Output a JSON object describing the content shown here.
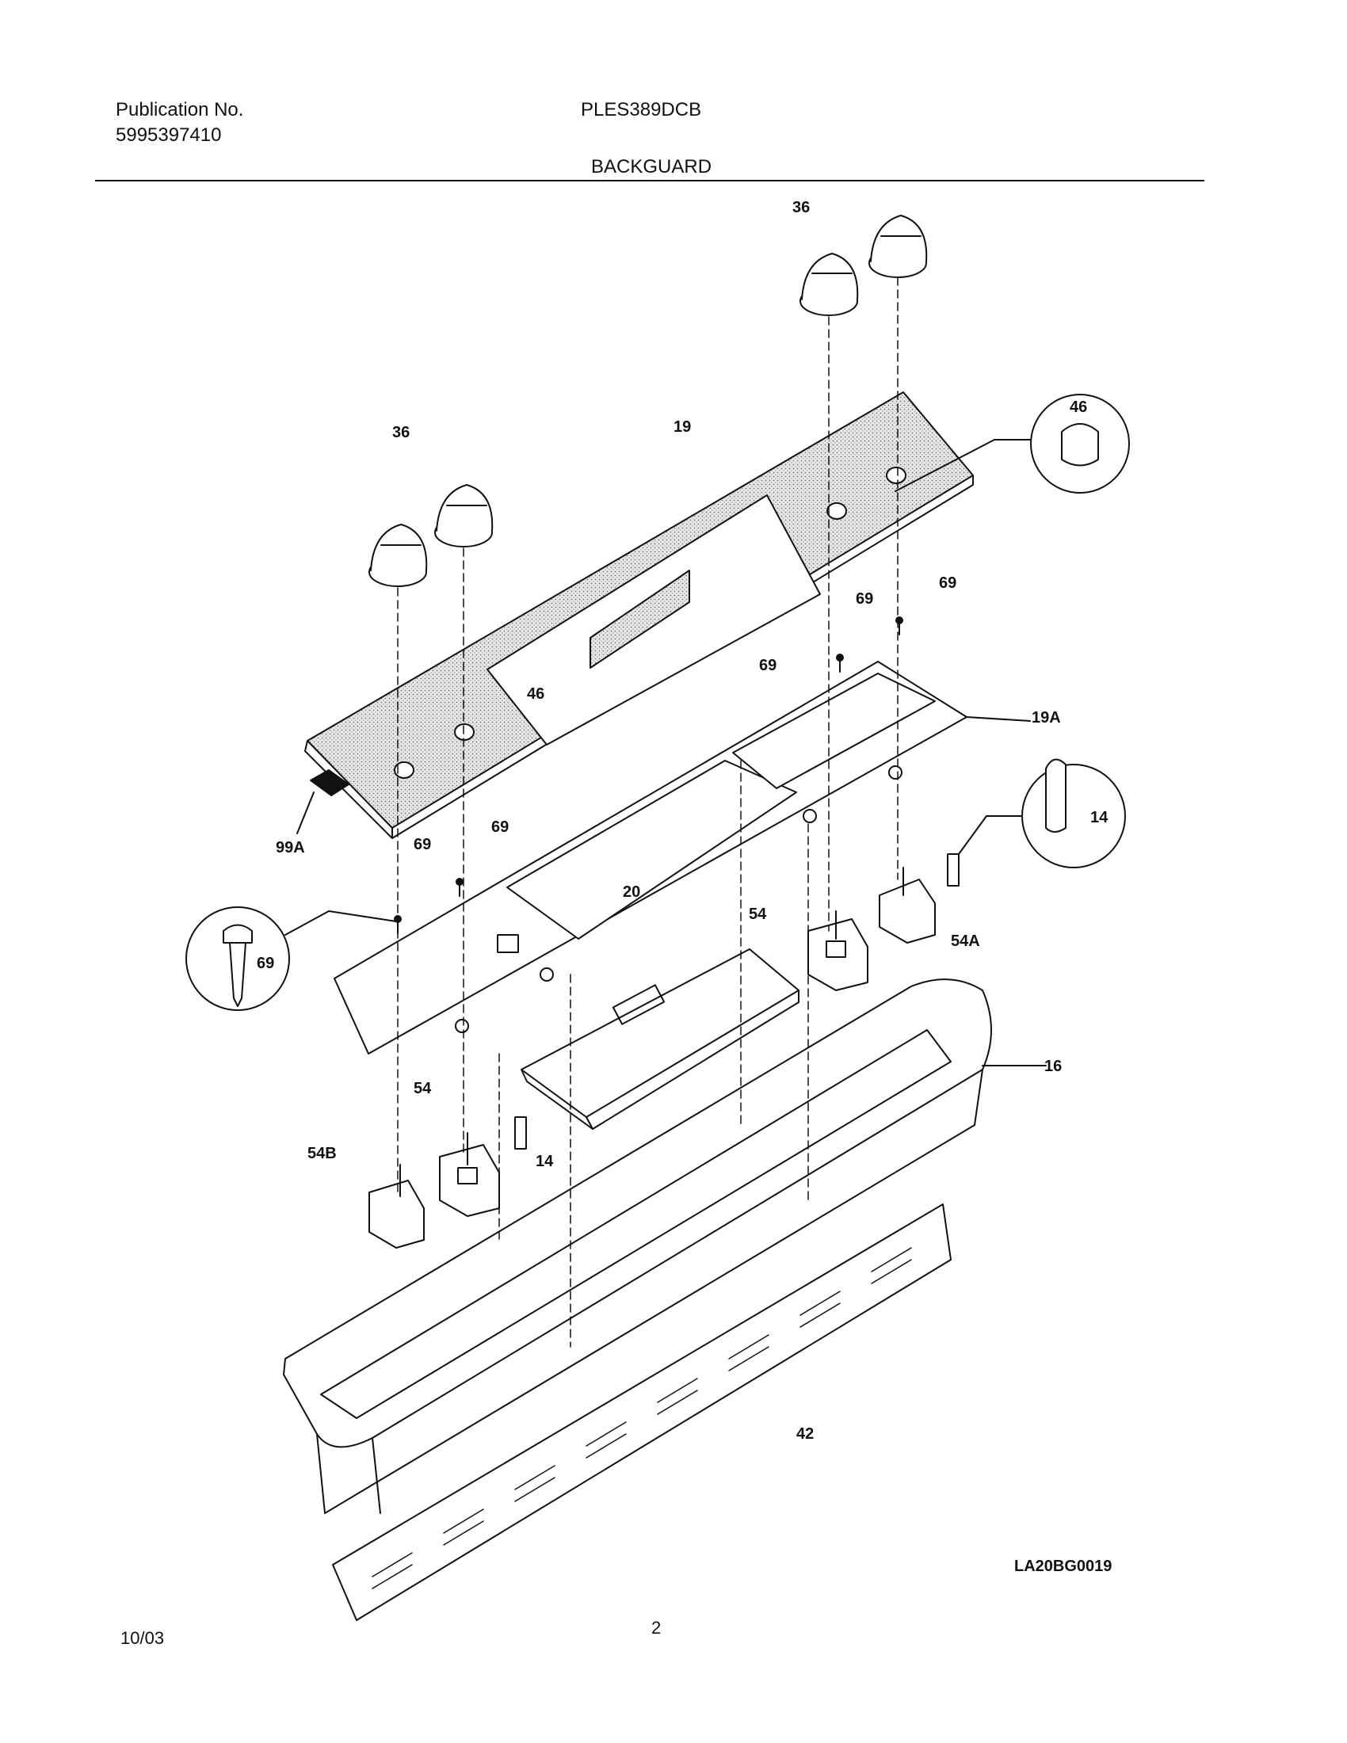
{
  "header": {
    "publication_label": "Publication No.",
    "publication_number": "5995397410",
    "model": "PLES389DCB",
    "section": "BACKGUARD"
  },
  "callouts": [
    "36",
    "36",
    "46",
    "19",
    "46",
    "69",
    "69",
    "69",
    "19A",
    "14",
    "99A",
    "69",
    "69",
    "69",
    "20",
    "54",
    "54A",
    "16",
    "54",
    "14",
    "54B",
    "42"
  ],
  "footer": {
    "date": "10/03",
    "page": "2",
    "drawing_id": "LA20BG0019"
  }
}
